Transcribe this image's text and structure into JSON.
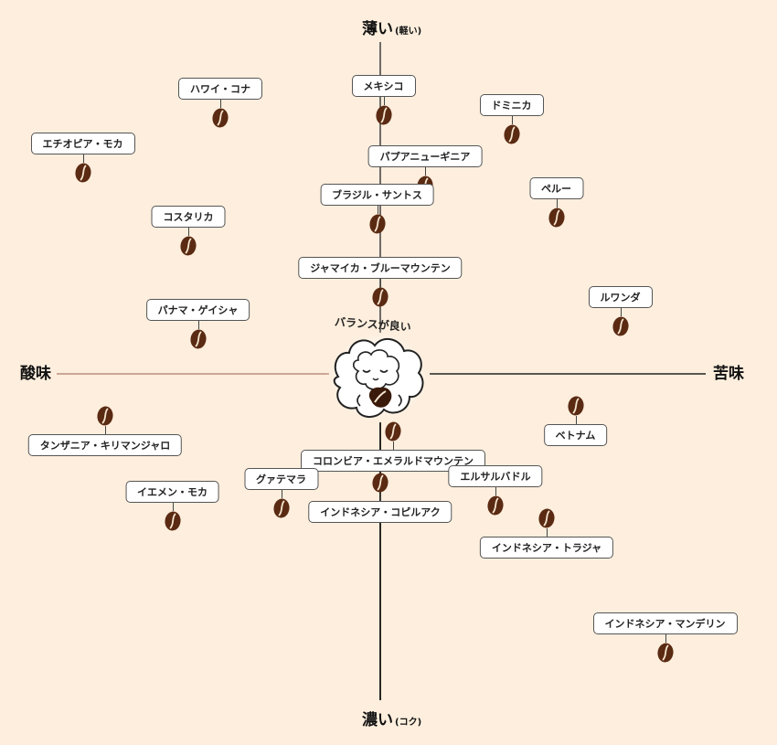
{
  "chart_data": {
    "type": "scatter",
    "title": "",
    "axes": {
      "top": {
        "main": "薄い",
        "sub": "(軽い)"
      },
      "bottom": {
        "main": "濃い",
        "sub": "(コク)"
      },
      "left": "酸味",
      "right": "苦味"
    },
    "x_range": [
      -1,
      1
    ],
    "y_range": [
      -1,
      1
    ],
    "center_label": "バランスが良い",
    "center_icon": "sheep-mascot-icon",
    "colors": {
      "background": "#fdeedd",
      "bean": "#5a2a12",
      "bean_crease": "#f5e6d0",
      "axis_left": "#b07a6a",
      "axis": "#222222"
    },
    "points": [
      {
        "name": "ハワイ・コナ",
        "x": -0.5,
        "y": 0.8,
        "label_pos": "above"
      },
      {
        "name": "メキシコ",
        "x": 0.01,
        "y": 0.81,
        "label_pos": "above"
      },
      {
        "name": "ドミニカ",
        "x": 0.41,
        "y": 0.75,
        "label_pos": "above"
      },
      {
        "name": "エチオピア・モカ",
        "x": -0.93,
        "y": 0.63,
        "label_pos": "above"
      },
      {
        "name": "パプアニューギニア",
        "x": 0.14,
        "y": 0.59,
        "label_pos": "above"
      },
      {
        "name": "ペルー",
        "x": 0.55,
        "y": 0.49,
        "label_pos": "above"
      },
      {
        "name": "ブラジル・サントス",
        "x": -0.01,
        "y": 0.47,
        "label_pos": "above"
      },
      {
        "name": "コスタリカ",
        "x": -0.6,
        "y": 0.4,
        "label_pos": "above"
      },
      {
        "name": "ジャマイカ・ブルーマウンテン",
        "x": 0.0,
        "y": 0.24,
        "label_pos": "above"
      },
      {
        "name": "ルワンダ",
        "x": 0.75,
        "y": 0.15,
        "label_pos": "above"
      },
      {
        "name": "パナマ・ゲイシャ",
        "x": -0.57,
        "y": 0.11,
        "label_pos": "above"
      },
      {
        "name": "タンザニア・キリマンジャロ",
        "x": -0.86,
        "y": -0.13,
        "label_pos": "below"
      },
      {
        "name": "ベトナム",
        "x": 0.61,
        "y": -0.1,
        "label_pos": "below"
      },
      {
        "name": "コロンビア・エメラルドマウンテン",
        "x": 0.04,
        "y": -0.18,
        "label_pos": "below"
      },
      {
        "name": "グァテマラ",
        "x": -0.31,
        "y": -0.42,
        "label_pos": "above"
      },
      {
        "name": "エルサルバドル",
        "x": 0.36,
        "y": -0.41,
        "label_pos": "above"
      },
      {
        "name": "インドネシア・コピルアク",
        "x": 0.0,
        "y": -0.34,
        "label_pos": "below"
      },
      {
        "name": "イエメン・モカ",
        "x": -0.65,
        "y": -0.46,
        "label_pos": "above"
      },
      {
        "name": "インドネシア・トラジャ",
        "x": 0.52,
        "y": -0.45,
        "label_pos": "below"
      },
      {
        "name": "インドネシア・マンデリン",
        "x": 0.89,
        "y": -0.87,
        "label_pos": "above"
      }
    ]
  }
}
